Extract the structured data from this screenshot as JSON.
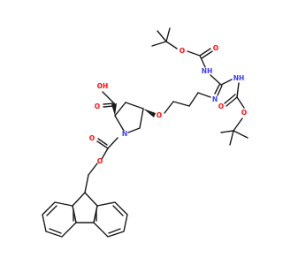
{
  "molecule": {
    "atom_labels": {
      "oh": "OH",
      "o_acid": "O",
      "n_ring": "N",
      "o_carbamate_dbl": "O",
      "o_carbamate": "O",
      "o_ether": "O",
      "n_imine": "N",
      "nh_top": "NH",
      "o_top_dbl": "O",
      "o_top": "O",
      "nh_right": "NH",
      "o_right_dbl": "O",
      "o_right": "O"
    },
    "colors": {
      "bond": "#1a1a1a",
      "oxygen": "#ff0d0d",
      "nitrogen": "#3a3aff"
    }
  }
}
